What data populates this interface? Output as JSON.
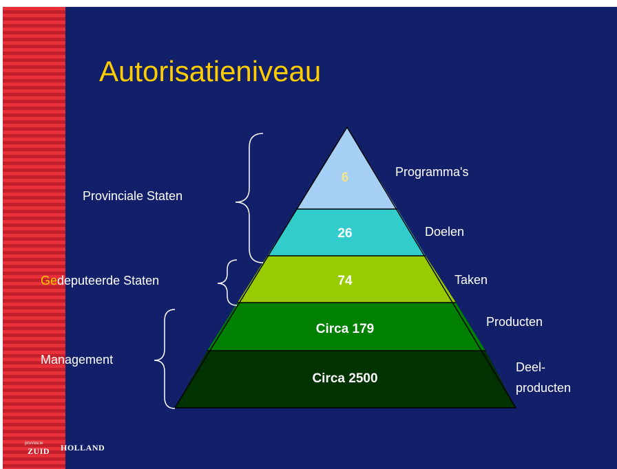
{
  "title": "Autorisatieniveau",
  "levels": [
    {
      "value": "6",
      "label": "Programma's",
      "fill": "#a6cff5",
      "text_color": "#f1e68a"
    },
    {
      "value": "26",
      "label": "Doelen",
      "fill": "#33cccc",
      "text_color": "#ffffff"
    },
    {
      "value": "74",
      "label": "Taken",
      "fill": "#99cc00",
      "text_color": "#ffffff"
    },
    {
      "value": "Circa 179",
      "label": "Producten",
      "fill": "#008000",
      "text_color": "#ffffff"
    },
    {
      "value": "Circa 2500",
      "label_line1": "Deel-",
      "label_line2": "producten",
      "fill": "#003300",
      "text_color": "#ffffff"
    }
  ],
  "groups": [
    {
      "label_prefix": "",
      "label": "Provinciale  Staten"
    },
    {
      "label_prefix": "Ge",
      "label": "deputeerde  Staten"
    },
    {
      "label_prefix": "",
      "label": "Management"
    }
  ],
  "logo": {
    "small": "provincie",
    "zuid": "ZUID",
    "holland": "HOLLAND"
  },
  "colors": {
    "background": "#12206a",
    "title": "#ffcc00",
    "stripe_a": "#e8303a",
    "stripe_b": "#c21f2a",
    "group_prefix": "#ffcc00"
  }
}
